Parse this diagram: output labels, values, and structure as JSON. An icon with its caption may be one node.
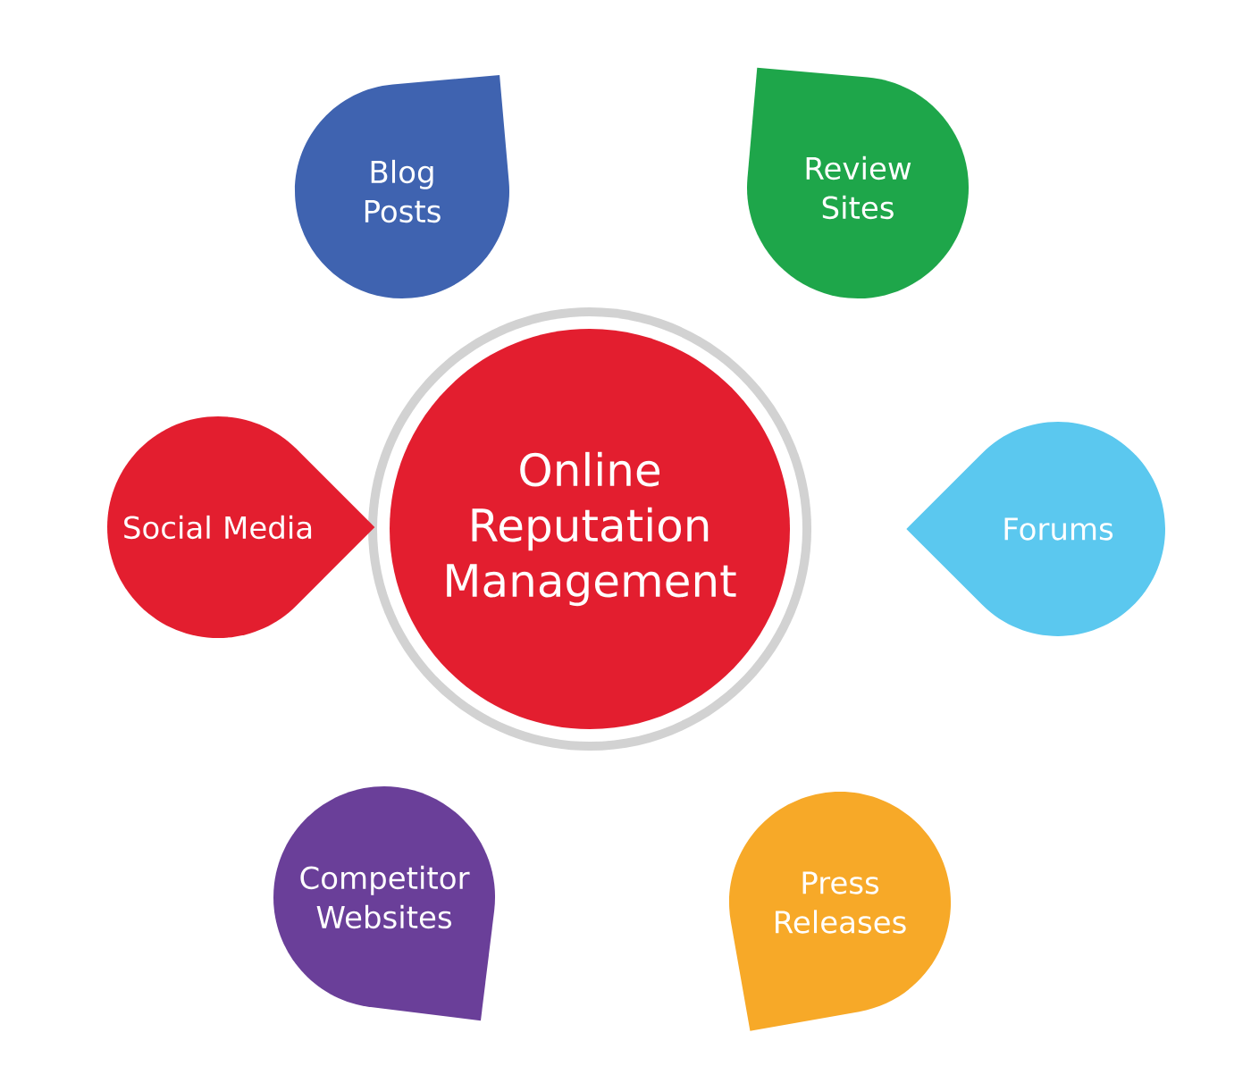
{
  "diagram": {
    "nodes": [
      {
        "text": [
          "Online Reputation Management"
        ]
      },
      {
        "text": [
          "Blog Posts"
        ]
      },
      {
        "text": [
          "Review Sites"
        ]
      },
      {
        "text": [
          "Social Media"
        ]
      },
      {
        "text": [
          "Forums"
        ]
      },
      {
        "text": [
          "Competitor Websites"
        ]
      },
      {
        "text": [
          "Press Releases"
        ]
      }
    ]
  }
}
